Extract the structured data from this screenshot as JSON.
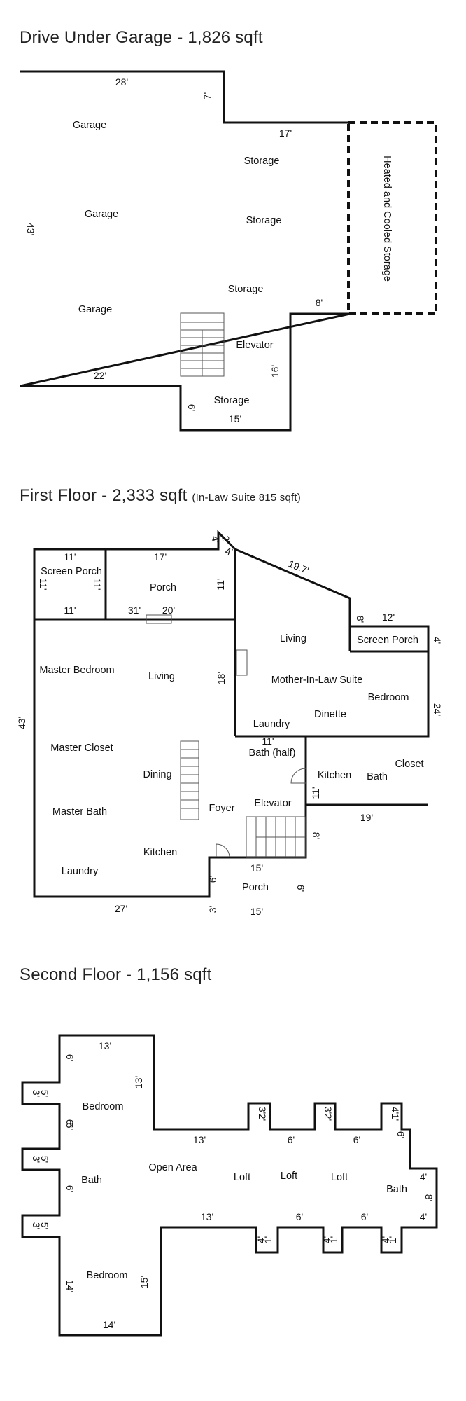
{
  "floors": {
    "drive_under": {
      "title": "Drive Under Garage - 1,826 sqft",
      "rooms": [
        "Garage",
        "Garage",
        "Garage",
        "Storage",
        "Storage",
        "Storage",
        "Elevator",
        "Storage",
        "Heated and Cooled Storage"
      ],
      "dims": [
        "28'",
        "7'",
        "17'",
        "43'",
        "8'",
        "16'",
        "22'",
        "6'",
        "15'"
      ]
    },
    "first": {
      "title": "First Floor - 2,333 sqft",
      "subtitle": "(In-Law Suite 815 sqft)",
      "rooms": [
        "Screen Porch",
        "Porch",
        "Living",
        "Screen Porch",
        "Master Bedroom",
        "Living",
        "Mother-In-Law Suite",
        "Bedroom",
        "Dinette",
        "Laundry",
        "Bath (half)",
        "Master Closet",
        "Dining",
        "Kitchen",
        "Bath",
        "Closet",
        "Elevator",
        "Master Bath",
        "Foyer",
        "Kitchen",
        "Laundry",
        "Porch"
      ],
      "dims": [
        "11'",
        "11'",
        "11'",
        "11'",
        "17'",
        "11'",
        "31'",
        "20'",
        "4'",
        "2'",
        "4'",
        "19.7'",
        "8'",
        "12'",
        "4'",
        "18'",
        "24'",
        "43'",
        "11'",
        "11'",
        "19'",
        "8'",
        "15'",
        "6'",
        "6'",
        "3'",
        "15'",
        "27'"
      ]
    },
    "second": {
      "title": "Second Floor - 1,156 sqft",
      "rooms": [
        "Bedroom",
        "Bath",
        "Open Area",
        "Loft",
        "Loft",
        "Loft",
        "Bath",
        "Bedroom"
      ],
      "dims": [
        "13'",
        "6'",
        "13'",
        "3'",
        "5'",
        "6'",
        "6'",
        "3'",
        "5'",
        "6'",
        "13'",
        "6'",
        "6'",
        "3'",
        "2'",
        "3'",
        "2'",
        "4'",
        "1'",
        "6'",
        "4'",
        "8'",
        "4'",
        "13'",
        "6'",
        "6'",
        "3'",
        "5'",
        "4'",
        "1'",
        "4'",
        "1'",
        "4'",
        "1'",
        "14'",
        "15'",
        "14'"
      ]
    }
  }
}
